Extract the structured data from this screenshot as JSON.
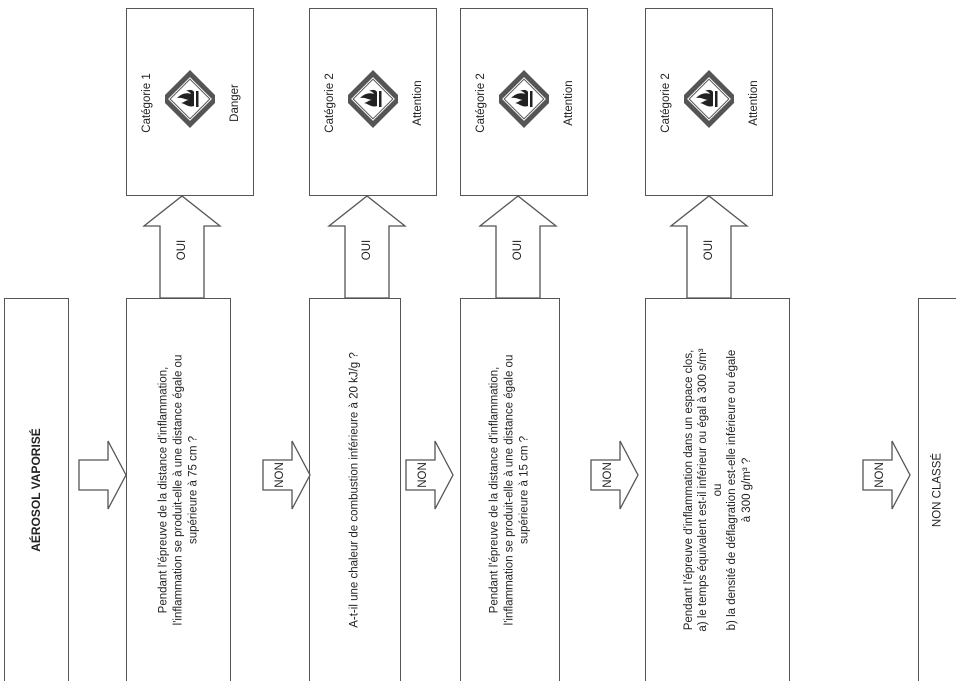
{
  "start": {
    "label": "AÉROSOL VAPORISÉ"
  },
  "questions": [
    {
      "lines": [
        "Pendant l'épreuve de la distance d'inflammation,",
        "l'inflammation se produit-elle à une distance égale ou",
        "supérieure à 75 cm ?"
      ]
    },
    {
      "lines": [
        "A-t-il une chaleur de combustion inférieure à 20 kJ/g ?"
      ]
    },
    {
      "lines": [
        "Pendant l'épreuve de la distance d'inflammation,",
        "l'inflammation se produit-elle à une distance égale ou",
        "supérieure à 15 cm ?"
      ]
    },
    {
      "lines": [
        "Pendant l'épreuve d'inflammation dans un espace clos,",
        "a) le temps équivalent est-il inférieur ou égal à 300 s/m³",
        "ou",
        "b) la densité de déflagration est-elle inférieure ou égale",
        "à 300 g/m³ ?"
      ]
    }
  ],
  "results": [
    {
      "category": "Catégorie 1",
      "signal": "Danger",
      "pictogram": "flame-icon"
    },
    {
      "category": "Catégorie 2",
      "signal": "Attention",
      "pictogram": "flame-icon"
    },
    {
      "category": "Catégorie 2",
      "signal": "Attention",
      "pictogram": "flame-icon"
    },
    {
      "category": "Catégorie 2",
      "signal": "Attention",
      "pictogram": "flame-icon"
    }
  ],
  "yes_label": "OUI",
  "no_label": "NON",
  "end": {
    "label": "NON CLASSÉ"
  },
  "colors": {
    "border": "#555555",
    "pictogram_border": "#cc0000",
    "pictogram_symbol": "#222222"
  }
}
